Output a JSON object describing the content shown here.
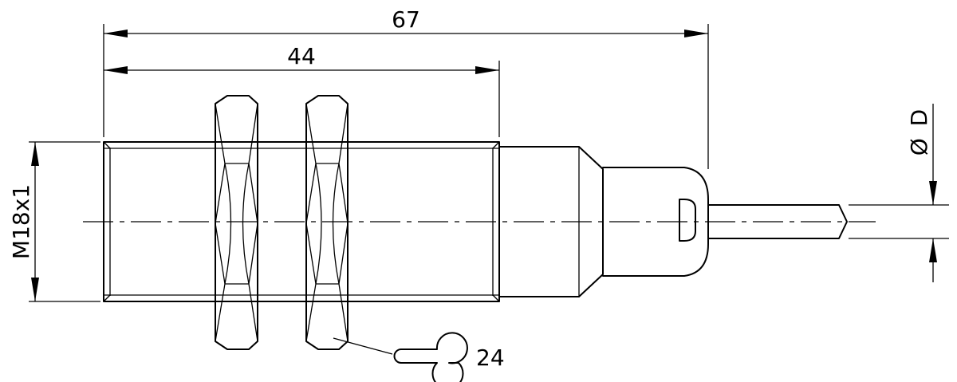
{
  "dimensions": {
    "total_length": "67",
    "thread_length": "44",
    "thread_spec": "M18x1",
    "cable_diameter": "D",
    "cable_diameter_symbol": "Ø"
  },
  "wrench": {
    "size": "24"
  }
}
